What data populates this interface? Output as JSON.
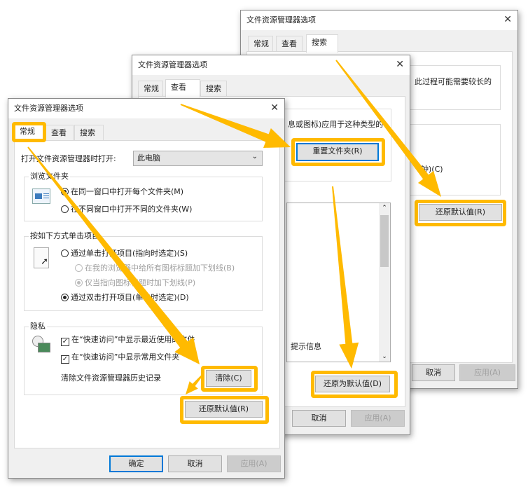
{
  "accent_color": "#FFBA00",
  "dialog_title": "文件资源管理器选项",
  "tabs": [
    "常规",
    "查看",
    "搜索"
  ],
  "search_dialog": {
    "partial_text_1": "此过程可能需要较长的",
    "partial_text_2": "钟)(C)",
    "restore_defaults": "还原默认值(R)",
    "cancel": "取消",
    "apply": "应用(A)"
  },
  "view_dialog": {
    "partial_text_1": "息或图标)应用于这种类型的",
    "reset_folders": "重置文件夹(R)",
    "list_partial_text": "提示信息",
    "restore_defaults": "还原为默认值(D)",
    "cancel": "取消",
    "apply": "应用(A)"
  },
  "general_dialog": {
    "open_label": "打开文件资源管理器时打开:",
    "open_value": "此电脑",
    "browse_group": "浏览文件夹",
    "browse_options": [
      {
        "label": "在同一窗口中打开每个文件夹(M)",
        "checked": true
      },
      {
        "label": "在不同窗口中打开不同的文件夹(W)",
        "checked": false
      }
    ],
    "click_group": "按如下方式单击项目",
    "click_options": [
      {
        "label": "通过单击打开项目(指向时选定)(S)",
        "checked": false,
        "disabled": false
      },
      {
        "label": "在我的浏览器中给所有图标标题加下划线(B)",
        "checked": false,
        "disabled": true
      },
      {
        "label": "仅当指向图标标题时加下划线(P)",
        "checked": true,
        "disabled": true
      },
      {
        "label": "通过双击打开项目(单击时选定)(D)",
        "checked": true,
        "disabled": false
      }
    ],
    "privacy_group": "隐私",
    "privacy_checks": [
      {
        "label": "在“快速访问”中显示最近使用的文件",
        "checked": true
      },
      {
        "label": "在“快速访问”中显示常用文件夹",
        "checked": true
      }
    ],
    "clear_label": "清除文件资源管理器历史记录",
    "clear_button": "清除(C)",
    "restore_defaults": "还原默认值(R)",
    "ok": "确定",
    "cancel": "取消",
    "apply": "应用(A)"
  }
}
